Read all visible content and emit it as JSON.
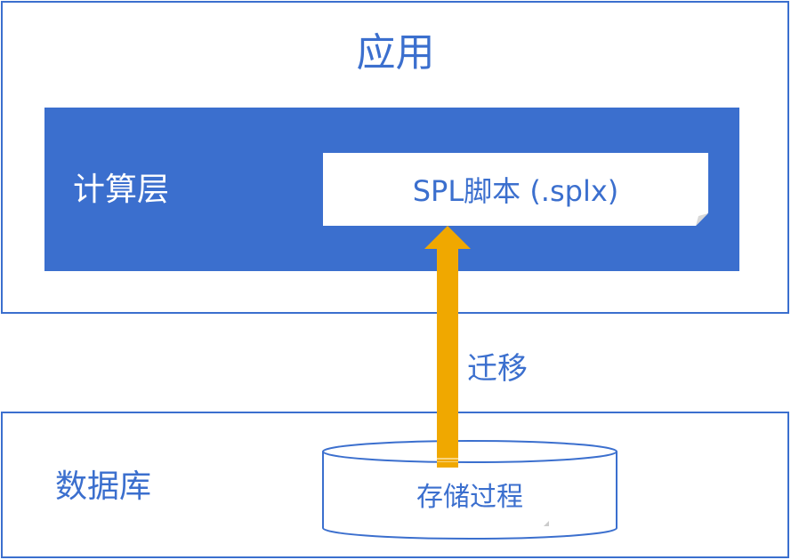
{
  "application": {
    "title": "应用"
  },
  "compute_layer": {
    "label": "计算层"
  },
  "script": {
    "label": "SPL脚本 (.splx)"
  },
  "database": {
    "label": "数据库"
  },
  "stored_procedure": {
    "label": "存储过程"
  },
  "migration": {
    "label": "迁移"
  },
  "colors": {
    "primary_blue": "#3b6fce",
    "arrow_orange": "#f0a800",
    "background": "#ffffff"
  }
}
